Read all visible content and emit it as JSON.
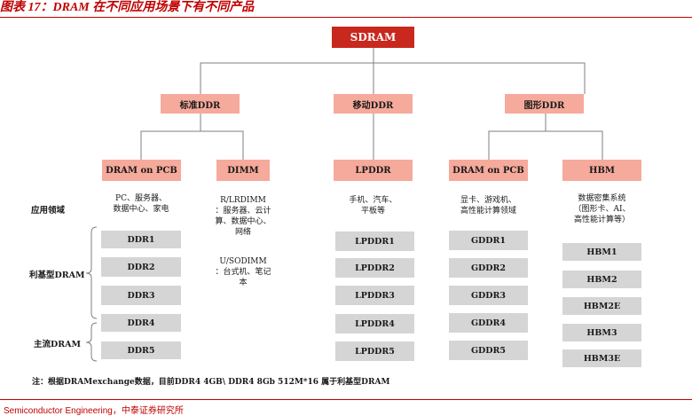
{
  "figure_title": "图表 17：DRAM 在不同应用场景下有不同产品",
  "root": "SDRAM",
  "categories": {
    "standard": "标准DDR",
    "mobile": "移动DDR",
    "graphics": "图形DDR"
  },
  "products": {
    "dram_pcb_1": "DRAM on PCB",
    "dimm": "DIMM",
    "lpddr": "LPDDR",
    "dram_pcb_2": "DRAM on PCB",
    "hbm": "HBM"
  },
  "applications": {
    "dram_pcb_1": "PC、服务器、\n数据中心、家电",
    "dimm_1": "R/LRDIMM\n：服务器、云计\n算、数据中心、\n网络",
    "dimm_2": "U/SODIMM\n：台式机、笔记\n本",
    "lpddr": "手机、汽车、\n平板等",
    "dram_pcb_2": "显卡、游戏机、\n高性能计算领域",
    "hbm": "数据密集系统\n（图形卡、AI、\n高性能计算等）"
  },
  "row_labels": {
    "application": "应用领域",
    "niche": "利基型DRAM",
    "mainstream": "主流DRAM"
  },
  "ddr": [
    "DDR1",
    "DDR2",
    "DDR3",
    "DDR4",
    "DDR5"
  ],
  "lpddr_gens": [
    "LPDDR1",
    "LPDDR2",
    "LPDDR3",
    "LPDDR4",
    "LPDDR5"
  ],
  "gddr": [
    "GDDR1",
    "GDDR2",
    "GDDR3",
    "GDDR4",
    "GDDR5"
  ],
  "hbm_gens": [
    "HBM1",
    "HBM2",
    "HBM2E",
    "HBM3",
    "HBM3E"
  ],
  "footnote": "注：根据DRAMexchange数据，目前DDR4 4GB\\ DDR4 8Gb 512M*16 属于利基型DRAM",
  "source": "Semiconductor Engineering，中泰证券研究所",
  "colors": {
    "root": "#c8281e",
    "category": "#f6aa9c",
    "generation": "#d5d5d5",
    "accent": "#c00000",
    "connector": "#7f7f7f"
  }
}
